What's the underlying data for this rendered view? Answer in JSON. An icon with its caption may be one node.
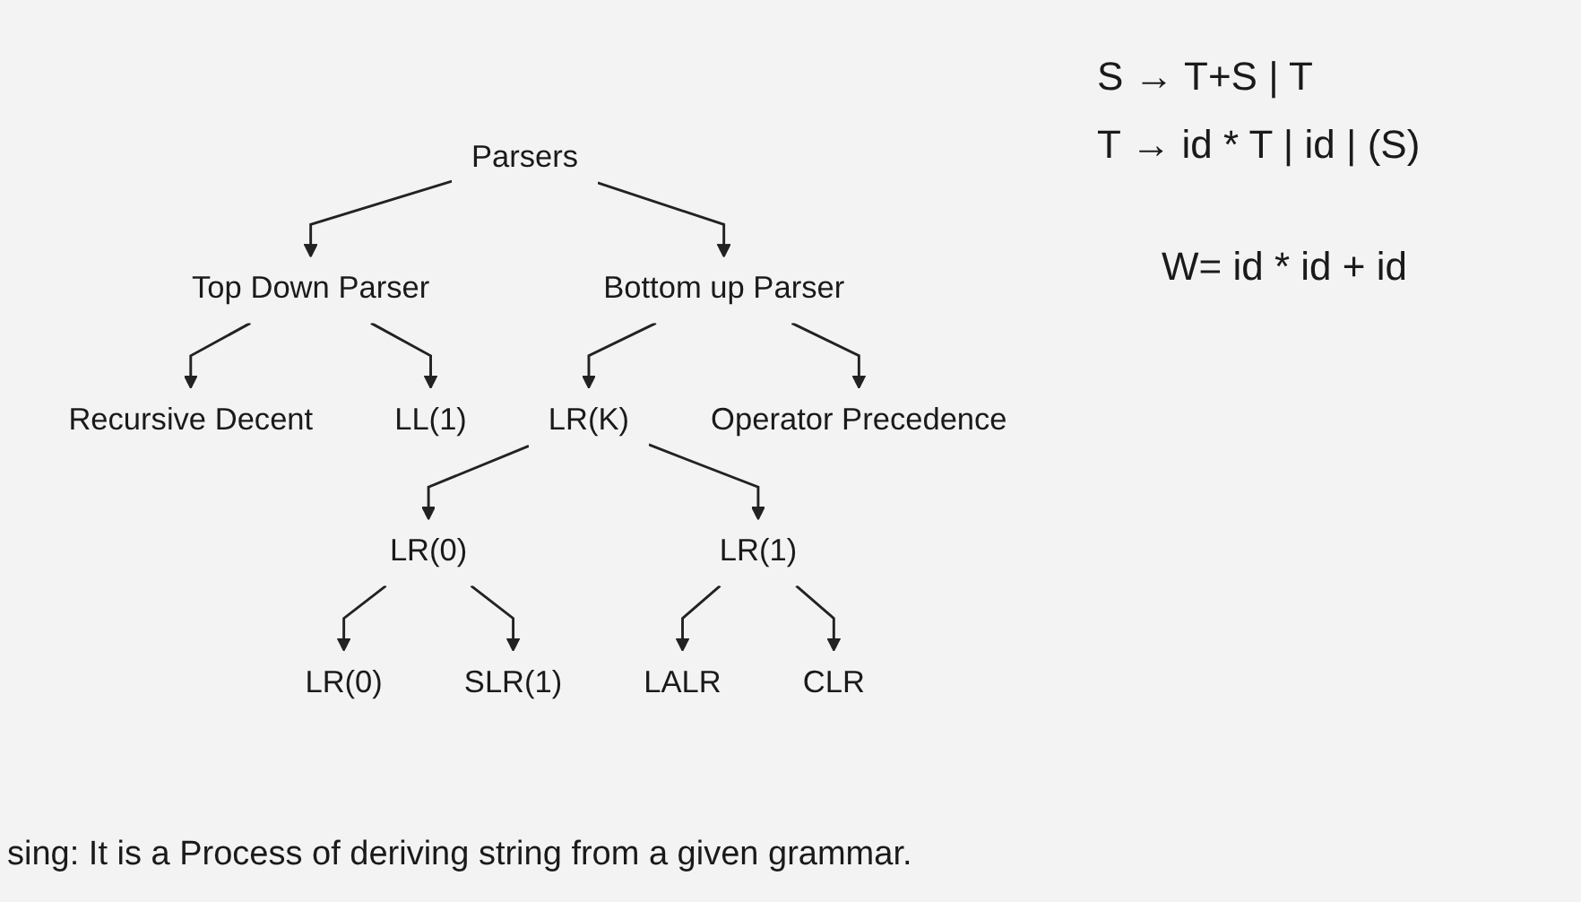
{
  "diagram": {
    "nodes": [
      {
        "text": [
          "Parsers"
        ]
      },
      {
        "text": [
          "Top Down Parser"
        ]
      },
      {
        "text": [
          "Bottom up Parser"
        ]
      },
      {
        "text": [
          "Recursive Decent"
        ]
      },
      {
        "text": [
          "LL(1)"
        ]
      },
      {
        "text": [
          "LR(K)"
        ]
      },
      {
        "text": [
          "Operator Precedence"
        ]
      },
      {
        "text": [
          "LR(0)"
        ]
      },
      {
        "text": [
          "LR(1)"
        ]
      },
      {
        "text": [
          "LR(0)"
        ]
      },
      {
        "text": [
          "SLR(1)"
        ]
      },
      {
        "text": [
          "LALR"
        ]
      },
      {
        "text": [
          "CLR"
        ]
      }
    ],
    "edges": [
      {
        "from": 0,
        "to": 1,
        "arrow": "to"
      },
      {
        "from": 0,
        "to": 2,
        "arrow": "to"
      },
      {
        "from": 1,
        "to": 3,
        "arrow": "to"
      },
      {
        "from": 1,
        "to": 4,
        "arrow": "to"
      },
      {
        "from": 2,
        "to": 5,
        "arrow": "to"
      },
      {
        "from": 2,
        "to": 6,
        "arrow": "to"
      },
      {
        "from": 5,
        "to": 7,
        "arrow": "to"
      },
      {
        "from": 5,
        "to": 8,
        "arrow": "to"
      },
      {
        "from": 7,
        "to": 9,
        "arrow": "to"
      },
      {
        "from": 7,
        "to": 10,
        "arrow": "to"
      },
      {
        "from": 8,
        "to": 11,
        "arrow": "to"
      },
      {
        "from": 8,
        "to": 12,
        "arrow": "to"
      }
    ],
    "labels": [
      "S → T+S | T",
      "T → id * T | id | (S)",
      "W= id * id + id",
      "sing: It is a Process of deriving string from a given grammar."
    ]
  }
}
